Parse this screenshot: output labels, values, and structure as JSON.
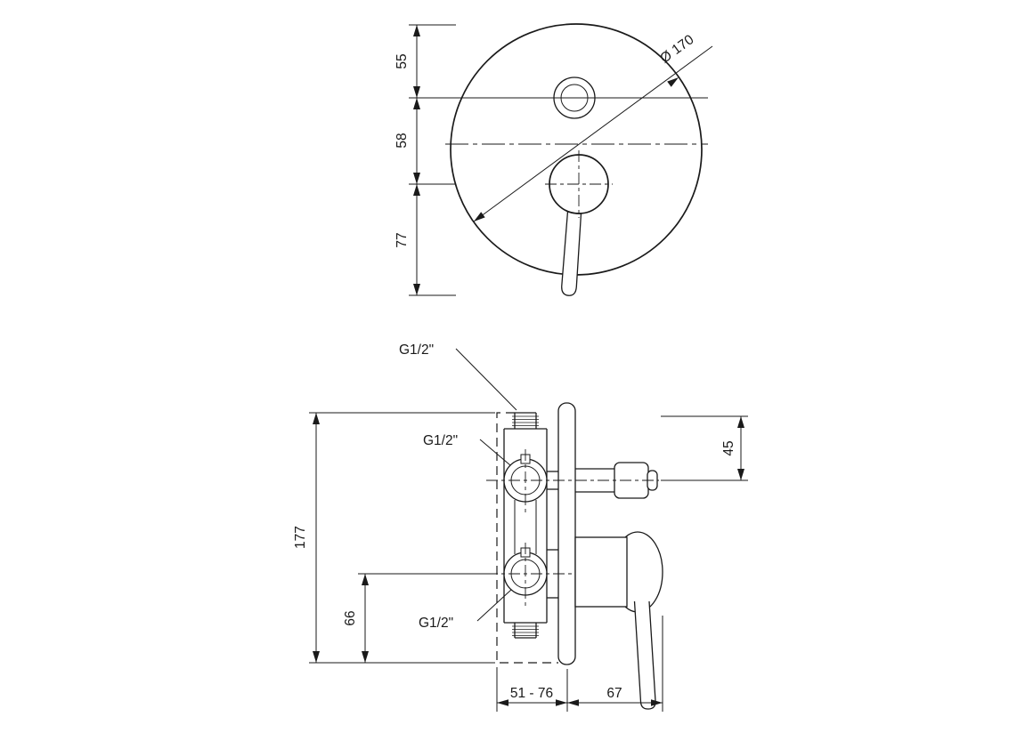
{
  "meta": {
    "drawing_type": "technical-dimension-drawing",
    "background": "#ffffff",
    "line_color": "#1a1a1a"
  },
  "top_view": {
    "name": "concealed-shower-mixer-front-view",
    "diameter_label": "Ø 170",
    "dim_55": "55",
    "dim_58": "58",
    "dim_77": "77"
  },
  "side_view": {
    "name": "concealed-shower-mixer-side-section-view",
    "thread_label_top": "G1/2\"",
    "thread_label_middle": "G1/2\"",
    "thread_label_bottom": "G1/2\"",
    "dim_177": "177",
    "dim_66": "66",
    "dim_45": "45",
    "dim_depth_range": "51 - 76",
    "dim_67": "67"
  }
}
